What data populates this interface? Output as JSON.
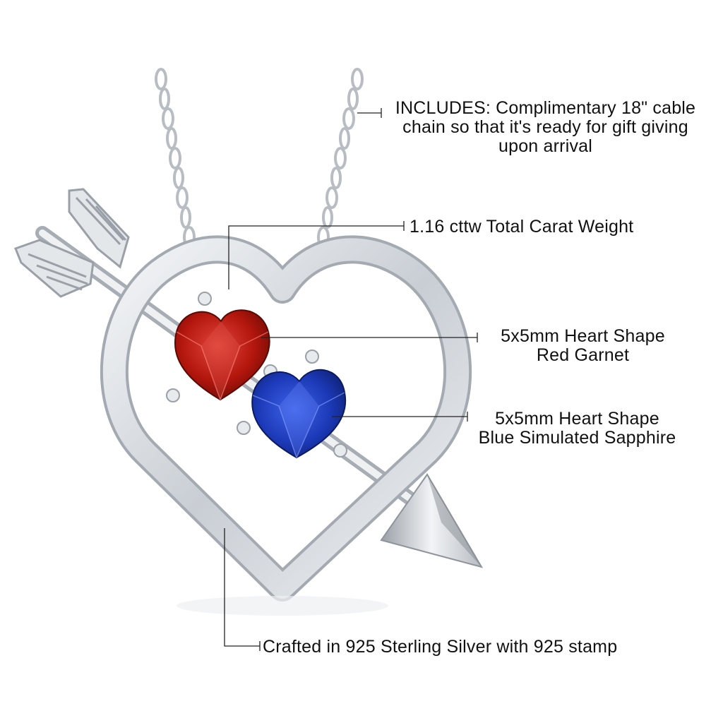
{
  "callouts": {
    "chain": {
      "lines": [
        "INCLUDES: Complimentary 18\" cable",
        "chain so that it's ready for gift giving",
        "upon arrival"
      ]
    },
    "weight": {
      "lines": [
        "1.16 cttw Total Carat Weight"
      ]
    },
    "garnet": {
      "lines": [
        "5x5mm Heart Shape",
        "Red Garnet"
      ]
    },
    "sapphire": {
      "lines": [
        "5x5mm Heart Shape",
        "Blue Simulated Sapphire"
      ]
    },
    "silver": {
      "lines": [
        "Crafted in 925 Sterling Silver with 925 stamp"
      ]
    }
  },
  "colors": {
    "background": "#ffffff",
    "silver": "#d9dde2",
    "garnet": "#b3160d",
    "sapphire": "#1c3ab8",
    "leader_line": "#222222"
  }
}
